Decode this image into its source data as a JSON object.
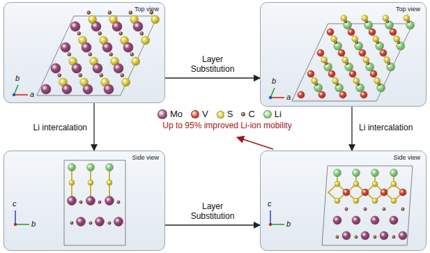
{
  "diagram": {
    "nodes": [
      {
        "text": [
          "Top view"
        ]
      },
      {
        "text": [
          "Top view"
        ]
      },
      {
        "text": [
          "Side view"
        ]
      },
      {
        "text": [
          "Side view"
        ]
      }
    ],
    "edges": [
      {
        "from": 0,
        "to": 1,
        "arrow": "to",
        "label": "Layer Substitution"
      },
      {
        "from": 0,
        "to": 2,
        "arrow": "to",
        "label": "Li intercalation"
      },
      {
        "from": 1,
        "to": 3,
        "arrow": "to",
        "label": "Li intercalation"
      },
      {
        "from": 2,
        "to": 3,
        "arrow": "to",
        "label": "Layer Substitution"
      }
    ],
    "labels": [
      "b",
      "a",
      "b",
      "a",
      "c",
      "b",
      "c",
      "b",
      "Up to 95% improved Li-ion mobility"
    ],
    "legend": [
      {
        "text": "Mo",
        "color": "#9c4a7c"
      },
      {
        "text": "V",
        "color": "#d8442f"
      },
      {
        "text": "S",
        "color": "#e2d23a"
      },
      {
        "text": "C",
        "color": "#8a5a3a"
      },
      {
        "text": "Li",
        "color": "#8fd47f"
      }
    ]
  }
}
